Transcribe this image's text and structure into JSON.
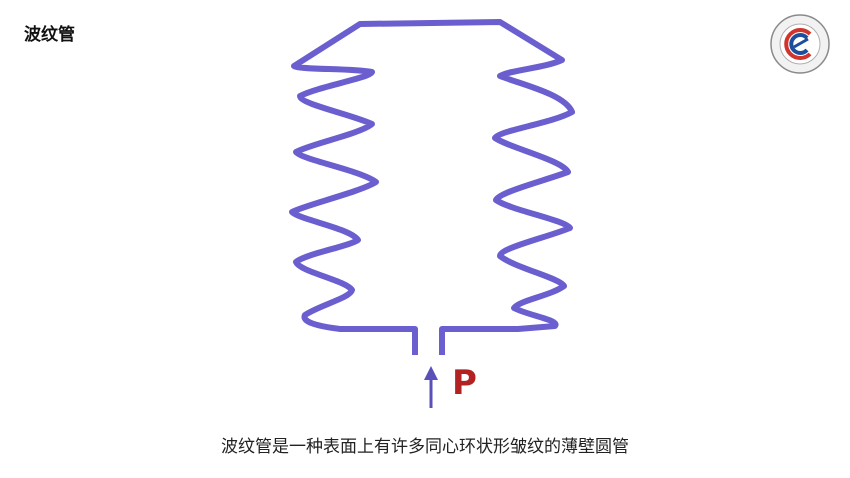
{
  "slide": {
    "title": "波纹管",
    "caption": "波纹管是一种表面上有许多同心环状形皱纹的薄壁圆管"
  },
  "diagram": {
    "pressure_label": "P",
    "bellows_color": "#6b5fd0",
    "arrow_color": "#5a50b8",
    "label_color": "#b32222"
  },
  "logo": {
    "icon": "university-seal-icon",
    "outer_color": "#8a8a8a",
    "accent_red": "#d0342c",
    "accent_blue": "#1d4e9c"
  }
}
